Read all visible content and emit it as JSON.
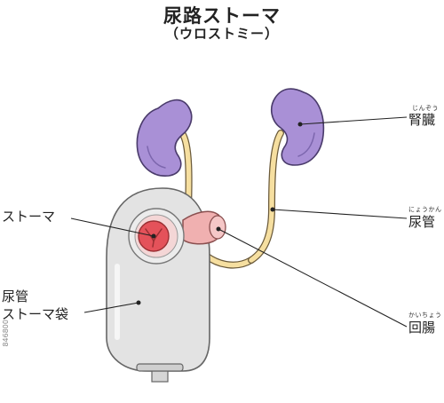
{
  "header": {
    "title": "尿路ストーマ",
    "subtitle": "（ウロストミー）"
  },
  "labels": {
    "kidney": {
      "ruby": "じんぞう",
      "text": "腎臓"
    },
    "ureter": {
      "ruby": "にょうかん",
      "text": "尿管"
    },
    "ileum": {
      "ruby": "かいちょう",
      "text": "回腸"
    },
    "stoma": {
      "text": "ストーマ"
    },
    "bag_line1": {
      "text": "尿管"
    },
    "bag_line2": {
      "text": "ストーマ袋"
    }
  },
  "watermark": {
    "id": "846800"
  },
  "colors": {
    "kidney": "#a990d6",
    "ureter": "#f6dfa0",
    "ileum": "#f0b0b0",
    "stoma": "#e4525a",
    "bag": "#e3e3e3"
  }
}
